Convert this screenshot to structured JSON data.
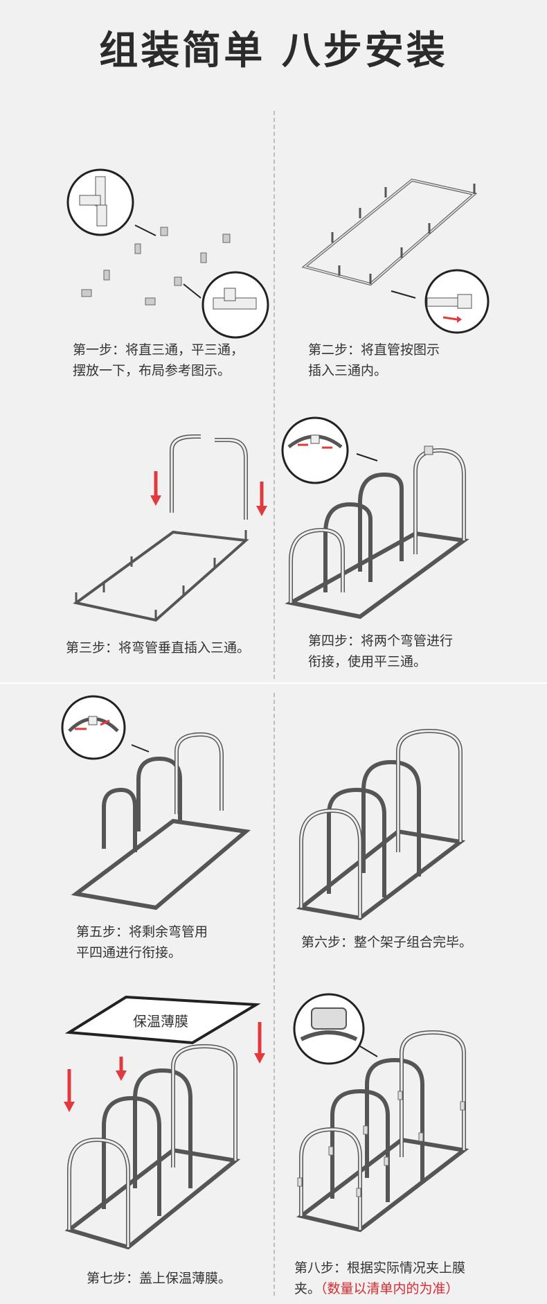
{
  "title": "组装简单  八步安装",
  "steps": [
    {
      "line1": "第一步：将直三通，平三通，",
      "line2": "摆放一下，布局参考图示。"
    },
    {
      "line1": "第二步：将直管按图示",
      "line2": "插入三通内。"
    },
    {
      "line1": "第三步：将弯管垂直插入三通。"
    },
    {
      "line1": "第四步：将两个弯管进行",
      "line2": "衔接，使用平三通。"
    },
    {
      "line1": "第五步：将剩余弯管用",
      "line2": "平四通进行衔接。"
    },
    {
      "line1": "第六步：整个架子组合完毕。"
    },
    {
      "line1": "第七步：盖上保温薄膜。"
    },
    {
      "line1": "第八步：根据实际情况夹上膜",
      "line2": "夹。",
      "note": "（数量以清单内的为准）"
    }
  ],
  "film_label": "保温薄膜",
  "accent_color": "#e03a3e"
}
